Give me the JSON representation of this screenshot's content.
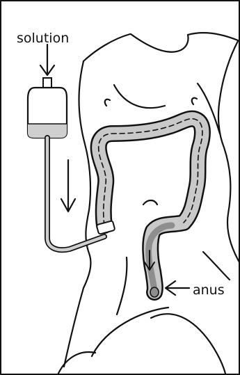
{
  "labels": {
    "solution": "solution",
    "anus": "anus"
  },
  "colors": {
    "stroke": "#111111",
    "colon_fill": "#c9c9c9",
    "fluid_fill": "#cfcfcf",
    "rectal_fluid": "#8e8e8e",
    "background": "#ffffff"
  },
  "icons": {
    "arrow": "down-arrow",
    "left_arrow": "left-arrow"
  }
}
